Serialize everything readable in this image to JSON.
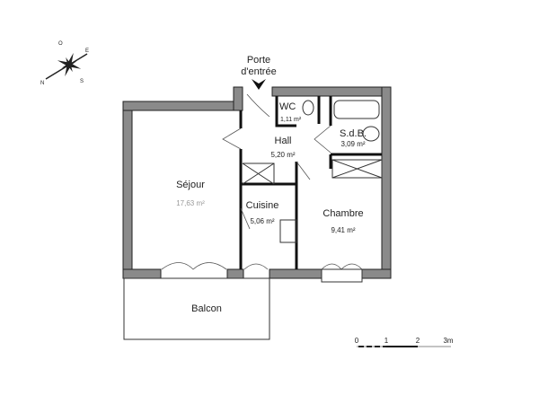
{
  "compass": {
    "icon": "compass-rose-icon",
    "labels": [
      "N",
      "S",
      "E",
      "O"
    ]
  },
  "entrance": {
    "label_line1": "Porte",
    "label_line2": "d'entrée",
    "icon": "arrow-down-icon"
  },
  "rooms": [
    {
      "name": "Séjour",
      "area": "17,63 m²"
    },
    {
      "name": "Hall",
      "area": "5,20 m²"
    },
    {
      "name": "WC",
      "area": "1,11 m²"
    },
    {
      "name": "S.d.B.",
      "area": "3,09 m²"
    },
    {
      "name": "Cuisine",
      "area": "5,06 m²"
    },
    {
      "name": "Chambre",
      "area": "9,41 m²"
    },
    {
      "name": "Balcon",
      "area": ""
    }
  ],
  "scale_bar": {
    "ticks": [
      "0",
      "1",
      "2",
      "3m"
    ]
  },
  "colors": {
    "wall": "#8a8a8a",
    "line": "#222222"
  }
}
